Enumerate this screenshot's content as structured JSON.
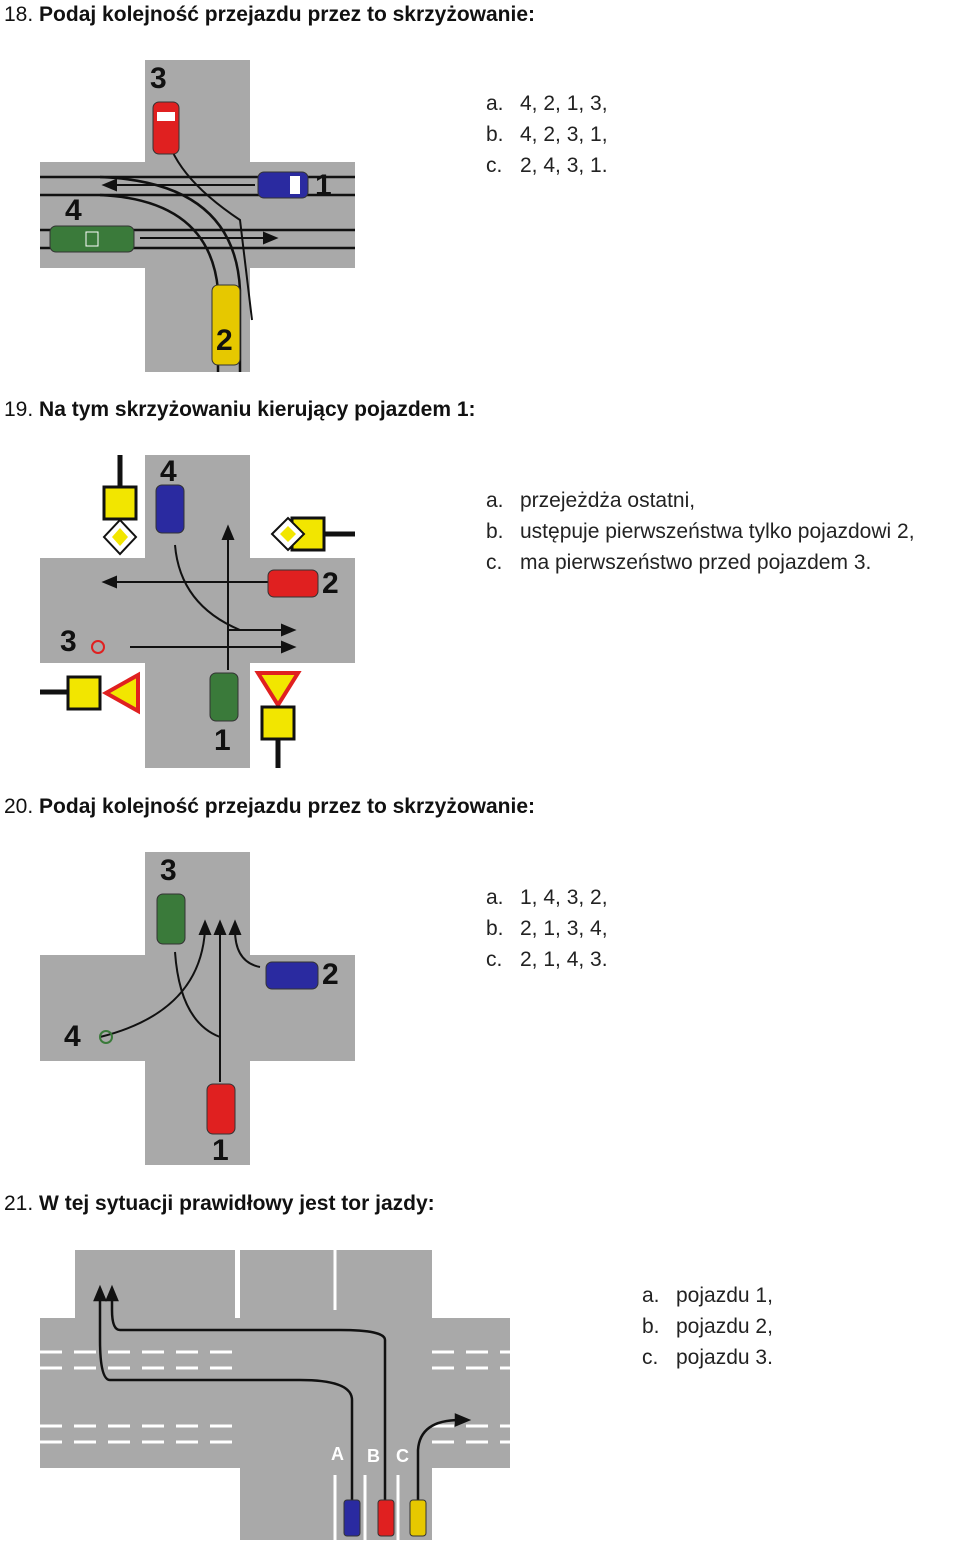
{
  "questions": [
    {
      "number": "18.",
      "text": "Podaj kolejność przejazdu przez to skrzyżowanie:",
      "options": [
        {
          "letter": "a.",
          "text": "4, 2, 1, 3,"
        },
        {
          "letter": "b.",
          "text": "4, 2, 3, 1,"
        },
        {
          "letter": "c.",
          "text": "2, 4, 3, 1."
        }
      ],
      "diagram_labels": [
        "3",
        "1",
        "4",
        "2"
      ]
    },
    {
      "number": "19.",
      "text": "Na tym skrzyżowaniu kierujący pojazdem 1:",
      "options": [
        {
          "letter": "a.",
          "text": "przejeżdża ostatni,"
        },
        {
          "letter": "b.",
          "text": "ustępuje pierwszeństwa tylko pojazdowi 2,"
        },
        {
          "letter": "c.",
          "text": "ma pierwszeństwo przed pojazdem 3."
        }
      ],
      "diagram_labels": [
        "4",
        "2",
        "3",
        "1"
      ]
    },
    {
      "number": "20.",
      "text": "Podaj kolejność przejazdu przez to skrzyżowanie:",
      "options": [
        {
          "letter": "a.",
          "text": "1, 4, 3, 2,"
        },
        {
          "letter": "b.",
          "text": "2, 1, 3, 4,"
        },
        {
          "letter": "c.",
          "text": "2, 1, 4, 3."
        }
      ],
      "diagram_labels": [
        "3",
        "2",
        "4",
        "1"
      ]
    },
    {
      "number": "21.",
      "text": "W tej sytuacji prawidłowy jest tor jazdy:",
      "options": [
        {
          "letter": "a.",
          "text": "pojazdu 1,"
        },
        {
          "letter": "b.",
          "text": "pojazdu 2,"
        },
        {
          "letter": "c.",
          "text": "pojazdu 3."
        }
      ],
      "diagram_labels": [
        "A",
        "B",
        "C"
      ]
    }
  ],
  "colors": {
    "road": "#a9a9a9",
    "car_red": "#e02020",
    "car_blue": "#2a2aa0",
    "car_green": "#3a7a3a",
    "car_yellow": "#e6c800",
    "sign_yellow": "#f2e600"
  }
}
